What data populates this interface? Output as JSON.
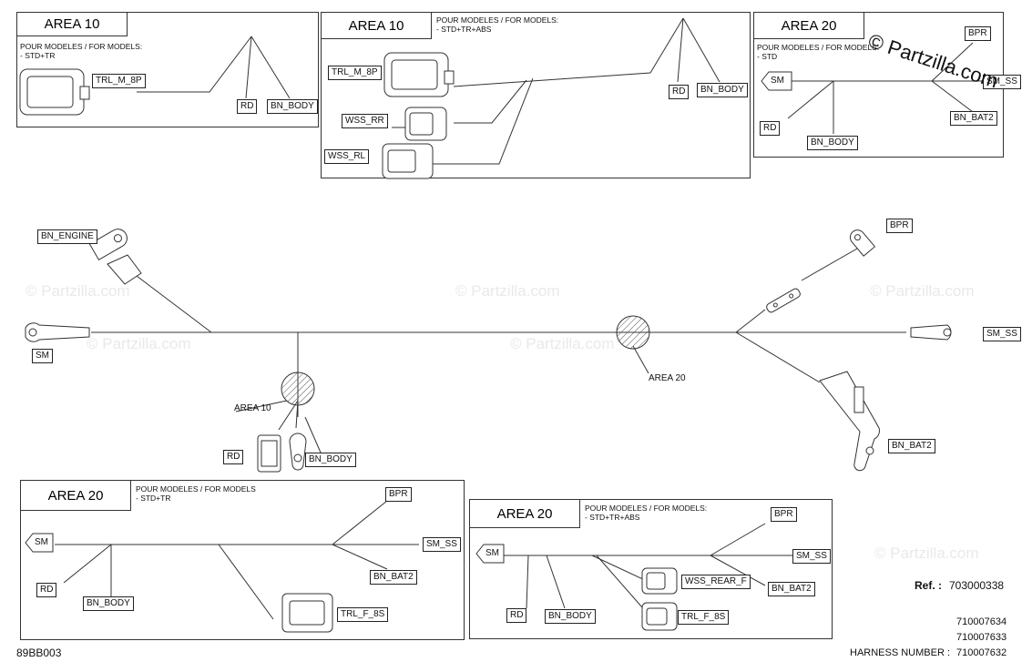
{
  "watermark_text": "© Partzilla.com",
  "corner_watermark": "© Partzilla.com",
  "areas": {
    "a10_left": {
      "title": "AREA 10",
      "models": "POUR MODELES / FOR MODELS:\n- STD+TR"
    },
    "a10_mid": {
      "title": "AREA 10",
      "models": "POUR MODELES / FOR MODELS:\n- STD+TR+ABS"
    },
    "a20_top": {
      "title": "AREA 20",
      "models": "POUR MODELES / FOR MODELS:\n- STD"
    },
    "a20_bl": {
      "title": "AREA 20",
      "models": "POUR MODELES / FOR MODELS\n- STD+TR"
    },
    "a20_br": {
      "title": "AREA 20",
      "models": "POUR MODELES / FOR MODELS:\n- STD+TR+ABS"
    }
  },
  "labels": {
    "trl_m_8p": "TRL_M_8P",
    "rd": "RD",
    "bn_body": "BN_BODY",
    "wss_rr": "WSS_RR",
    "wss_rl": "WSS_RL",
    "sm": "SM",
    "bpr": "BPR",
    "sm_ss": "SM_SS",
    "bn_bat2": "BN_BAT2",
    "bn_engine": "BN_ENGINE",
    "trl_f_8s": "TRL_F_8S",
    "wss_rear_f": "WSS_REAR_F",
    "area10": "AREA 10",
    "area20": "AREA 20"
  },
  "footer": {
    "drawing_code": "89BB003",
    "ref_label": "Ref. :",
    "ref_value": "703000338",
    "harness_label": "HARNESS NUMBER :",
    "harness_numbers": [
      "710007634",
      "710007633",
      "710007632"
    ]
  }
}
